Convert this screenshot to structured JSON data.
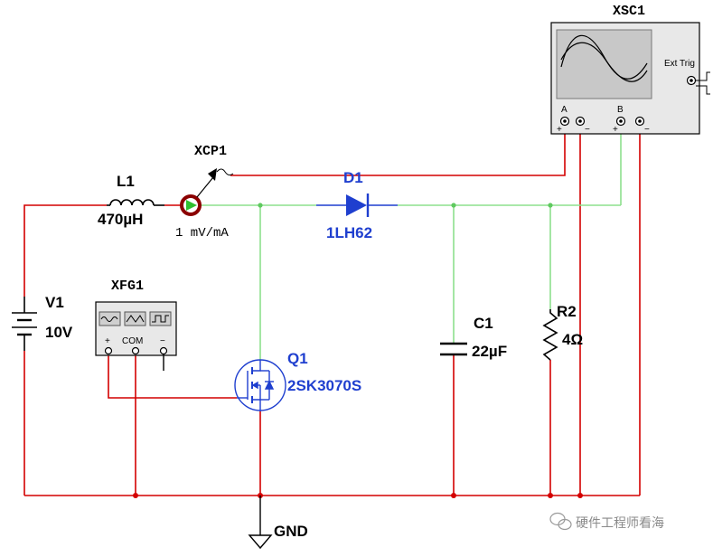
{
  "colors": {
    "wire_red": "#d40000",
    "wire_green": "#8ee08e",
    "component_blue": "#1f3fcf",
    "component_black": "#000000",
    "instrument_fill": "#e8e8e8"
  },
  "components": {
    "v1": {
      "ref": "V1",
      "value": "10V"
    },
    "l1": {
      "ref": "L1",
      "value": "470µH"
    },
    "xcp1": {
      "ref": "XCP1",
      "scale": "1 mV/mA"
    },
    "d1": {
      "ref": "D1",
      "model": "1LH62"
    },
    "xfg1": {
      "ref": "XFG1",
      "pin_plus": "+",
      "pin_com": "COM",
      "pin_minus": "−"
    },
    "q1": {
      "ref": "Q1",
      "model": "2SK3070S"
    },
    "c1": {
      "ref": "C1",
      "value": "22µF"
    },
    "r2": {
      "ref": "R2",
      "value": "4Ω"
    },
    "xsc1": {
      "ref": "XSC1",
      "ext_trig": "Ext Trig",
      "channel_a": "A",
      "channel_b": "B"
    },
    "gnd": {
      "label": "GND"
    }
  },
  "watermark": {
    "text": "硬件工程师看海"
  }
}
